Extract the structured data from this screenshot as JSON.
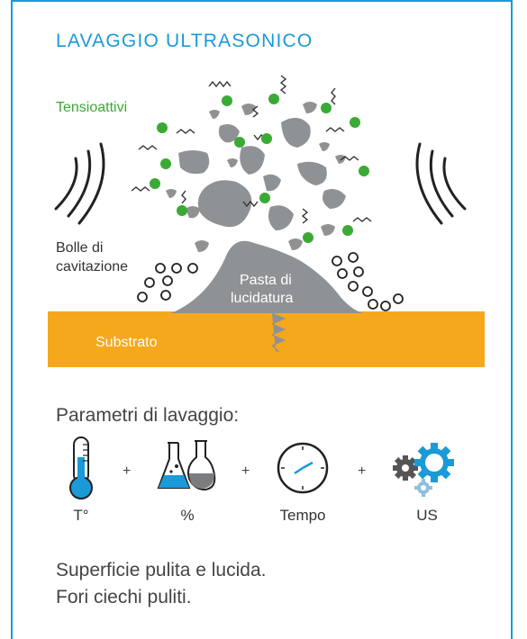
{
  "title": "LAVAGGIO ULTRASONICO",
  "labels": {
    "surfactants": "Tensioattivi",
    "bubbles_line1": "Bolle di",
    "bubbles_line2": "cavitazione",
    "paste_line1": "Pasta di",
    "paste_line2": "lucidatura",
    "substrate": "Substrato"
  },
  "parameters_heading": "Parametri di lavaggio:",
  "parameters": [
    {
      "icon": "thermometer-icon",
      "label": "T°"
    },
    {
      "icon": "lab-flasks-icon",
      "label": "%"
    },
    {
      "icon": "clock-icon",
      "label": "Tempo"
    },
    {
      "icon": "gears-icon",
      "label": "US"
    }
  ],
  "plus_sign": "+",
  "results": [
    "Superficie pulita e lucida.",
    "Fori ciechi puliti."
  ],
  "colors": {
    "accent_blue": "#1a9ad6",
    "green": "#3aaa35",
    "substrate": "#f6a81c",
    "debris": "#8f9295",
    "dark": "#333333"
  }
}
